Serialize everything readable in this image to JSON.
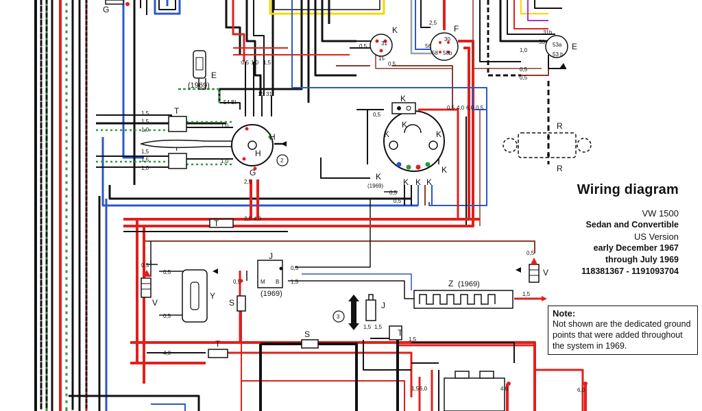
{
  "title": {
    "main": "Wiring diagram",
    "model": "VW 1500",
    "body": "Sedan and Convertible",
    "version": "US Version",
    "from": "early December 1967",
    "to": "through July 1969",
    "chassis": "118381367  -  1191093704"
  },
  "note": {
    "heading": "Note:",
    "text": "Not shown are the dedicated ground points that were added throughout the system in 1969."
  },
  "components": {
    "G1": "G",
    "E15": "E",
    "E15_year": "(1969)",
    "K8": "K",
    "F": "F",
    "E": "E",
    "R1": "R",
    "R_": "R",
    "H2": "H",
    "H1": "H",
    "G": "G",
    "T": "T",
    "K7": "K",
    "K6": "K",
    "K5a": "K",
    "K5b": "K",
    "K10": "K",
    "K10_year": "(1969)",
    "K4": "K",
    "K3": "K",
    "K2": "K",
    "K1": "K",
    "T1a": "T",
    "J9": "J",
    "J9_year": "(1969)",
    "V1": "V",
    "Y": "Y",
    "S2": "S",
    "V2": "V",
    "Z1": "Z",
    "Z1_year": "(1969)",
    "S1": "S",
    "J5": "J",
    "T1b": "T",
    "T1c": "T",
    "circle2": "2",
    "circle3": "3"
  },
  "wire_labels": {
    "w05": "0,5",
    "w10": "1,0",
    "w15": "1,5",
    "w25": "2,5",
    "w40": "4,0",
    "w60": "6,0",
    "w05b": "0,5",
    "pin31": "31",
    "pin15": "15",
    "pin30": "30",
    "pin56": "56",
    "pin58": "58",
    "pin58b": "58b",
    "pin53": "53",
    "pin31b": "31b",
    "pin53a": "53a",
    "pin53b": "53 b",
    "pin54bl": "54 Bl",
    "pin56a": "56",
    "pin25": "2,5",
    "pinB": "B",
    "pinM": "M"
  },
  "colors": {
    "red": "#e0201b",
    "black": "#111111",
    "blue": "#2a57c7",
    "brown": "#8a3b2a",
    "green": "#2e9a3a",
    "yellow": "#f2d900",
    "violet": "#b02fc8",
    "grey": "#9aa0a6"
  }
}
